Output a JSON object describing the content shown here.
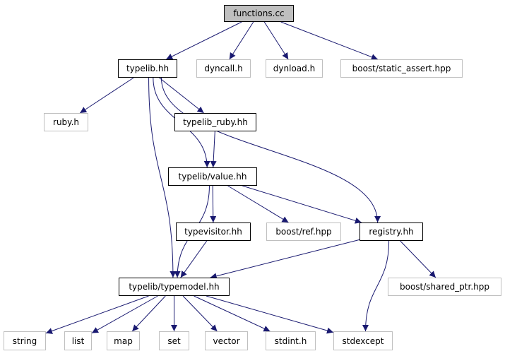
{
  "colors": {
    "edge": "#191970",
    "internal_border": "#000000",
    "external_border": "#bfbfbf",
    "root_fill": "#bfbfbf"
  },
  "nodes": {
    "functions_cc": "functions.cc",
    "typelib_hh": "typelib.hh",
    "dyncall_h": "dyncall.h",
    "dynload_h": "dynload.h",
    "boost_static_assert": "boost/static_assert.hpp",
    "ruby_h": "ruby.h",
    "typelib_ruby_hh": "typelib_ruby.hh",
    "typelib_value_hh": "typelib/value.hh",
    "typevisitor_hh": "typevisitor.hh",
    "boost_ref": "boost/ref.hpp",
    "registry_hh": "registry.hh",
    "boost_shared_ptr": "boost/shared_ptr.hpp",
    "typelib_typemodel_hh": "typelib/typemodel.hh",
    "string": "string",
    "list": "list",
    "map": "map",
    "set": "set",
    "vector": "vector",
    "stdint_h": "stdint.h",
    "stdexcept": "stdexcept"
  },
  "edges": [
    [
      "functions_cc",
      "typelib_hh"
    ],
    [
      "functions_cc",
      "dyncall_h"
    ],
    [
      "functions_cc",
      "dynload_h"
    ],
    [
      "functions_cc",
      "boost_static_assert"
    ],
    [
      "typelib_hh",
      "ruby_h"
    ],
    [
      "typelib_hh",
      "typelib_ruby_hh"
    ],
    [
      "typelib_hh",
      "typelib_value_hh"
    ],
    [
      "typelib_hh",
      "registry_hh"
    ],
    [
      "typelib_hh",
      "typelib_typemodel_hh"
    ],
    [
      "typelib_ruby_hh",
      "typelib_value_hh"
    ],
    [
      "typelib_value_hh",
      "typevisitor_hh"
    ],
    [
      "typelib_value_hh",
      "boost_ref"
    ],
    [
      "typelib_value_hh",
      "registry_hh"
    ],
    [
      "typelib_value_hh",
      "typelib_typemodel_hh"
    ],
    [
      "typevisitor_hh",
      "typelib_typemodel_hh"
    ],
    [
      "registry_hh",
      "typelib_typemodel_hh"
    ],
    [
      "registry_hh",
      "boost_shared_ptr"
    ],
    [
      "registry_hh",
      "stdexcept"
    ],
    [
      "typelib_typemodel_hh",
      "string"
    ],
    [
      "typelib_typemodel_hh",
      "list"
    ],
    [
      "typelib_typemodel_hh",
      "map"
    ],
    [
      "typelib_typemodel_hh",
      "set"
    ],
    [
      "typelib_typemodel_hh",
      "vector"
    ],
    [
      "typelib_typemodel_hh",
      "stdint_h"
    ],
    [
      "typelib_typemodel_hh",
      "stdexcept"
    ]
  ]
}
